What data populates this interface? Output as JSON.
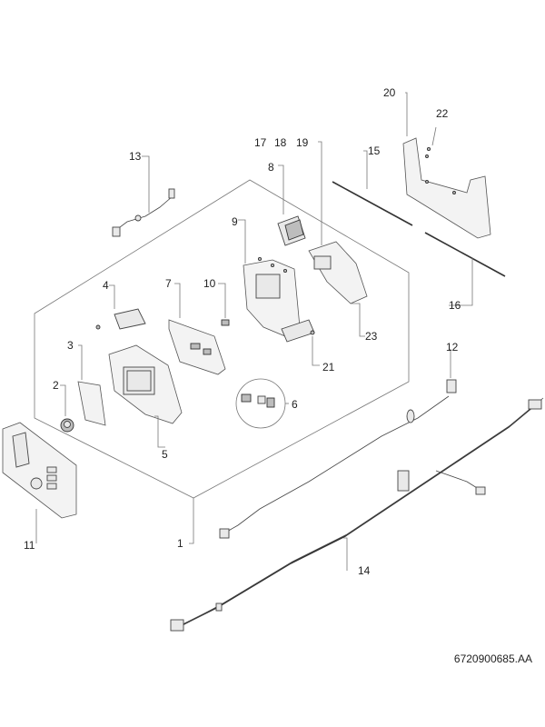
{
  "document_number": "6720900685.AA",
  "callouts": {
    "c1": "1",
    "c2": "2",
    "c3": "3",
    "c4": "4",
    "c5": "5",
    "c6": "6",
    "c7": "7",
    "c8": "8",
    "c9": "9",
    "c10": "10",
    "c11": "11",
    "c12": "12",
    "c13": "13",
    "c14": "14",
    "c15": "15",
    "c16": "16",
    "c17": "17",
    "c18": "18",
    "c19": "19",
    "c20": "20",
    "c21": "21",
    "c22": "22",
    "c23": "23"
  }
}
